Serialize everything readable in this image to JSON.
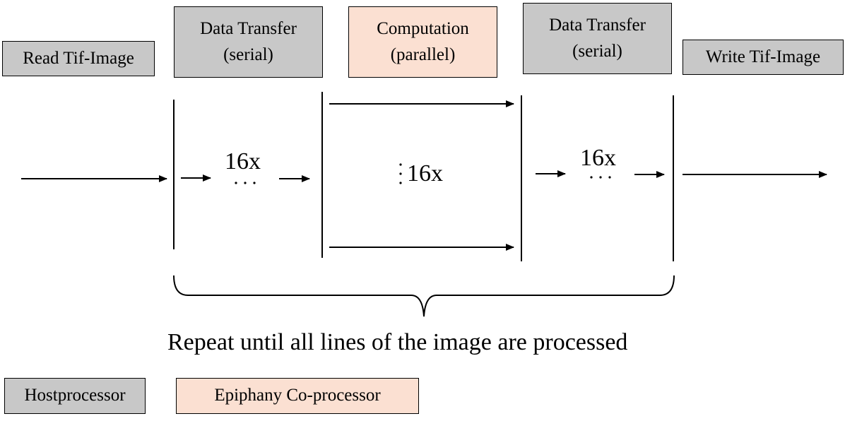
{
  "stages": {
    "read": {
      "label": "Read Tif-Image"
    },
    "transfer_in": {
      "line1": "Data Transfer",
      "line2": "(serial)"
    },
    "computation": {
      "line1": "Computation",
      "line2": "(parallel)"
    },
    "transfer_out": {
      "line1": "Data Transfer",
      "line2": "(serial)"
    },
    "write": {
      "label": "Write Tif-Image"
    }
  },
  "counts": {
    "transfer_in": "16x",
    "computation": "16x",
    "transfer_out": "16x"
  },
  "loop_caption": "Repeat until all lines of the image are processed",
  "legend": {
    "host": "Hostprocessor",
    "coprocessor": "Epiphany Co-processor"
  },
  "colors": {
    "host": "#c8c8c8",
    "coprocessor": "#fbe0d2",
    "line": "#000000"
  }
}
